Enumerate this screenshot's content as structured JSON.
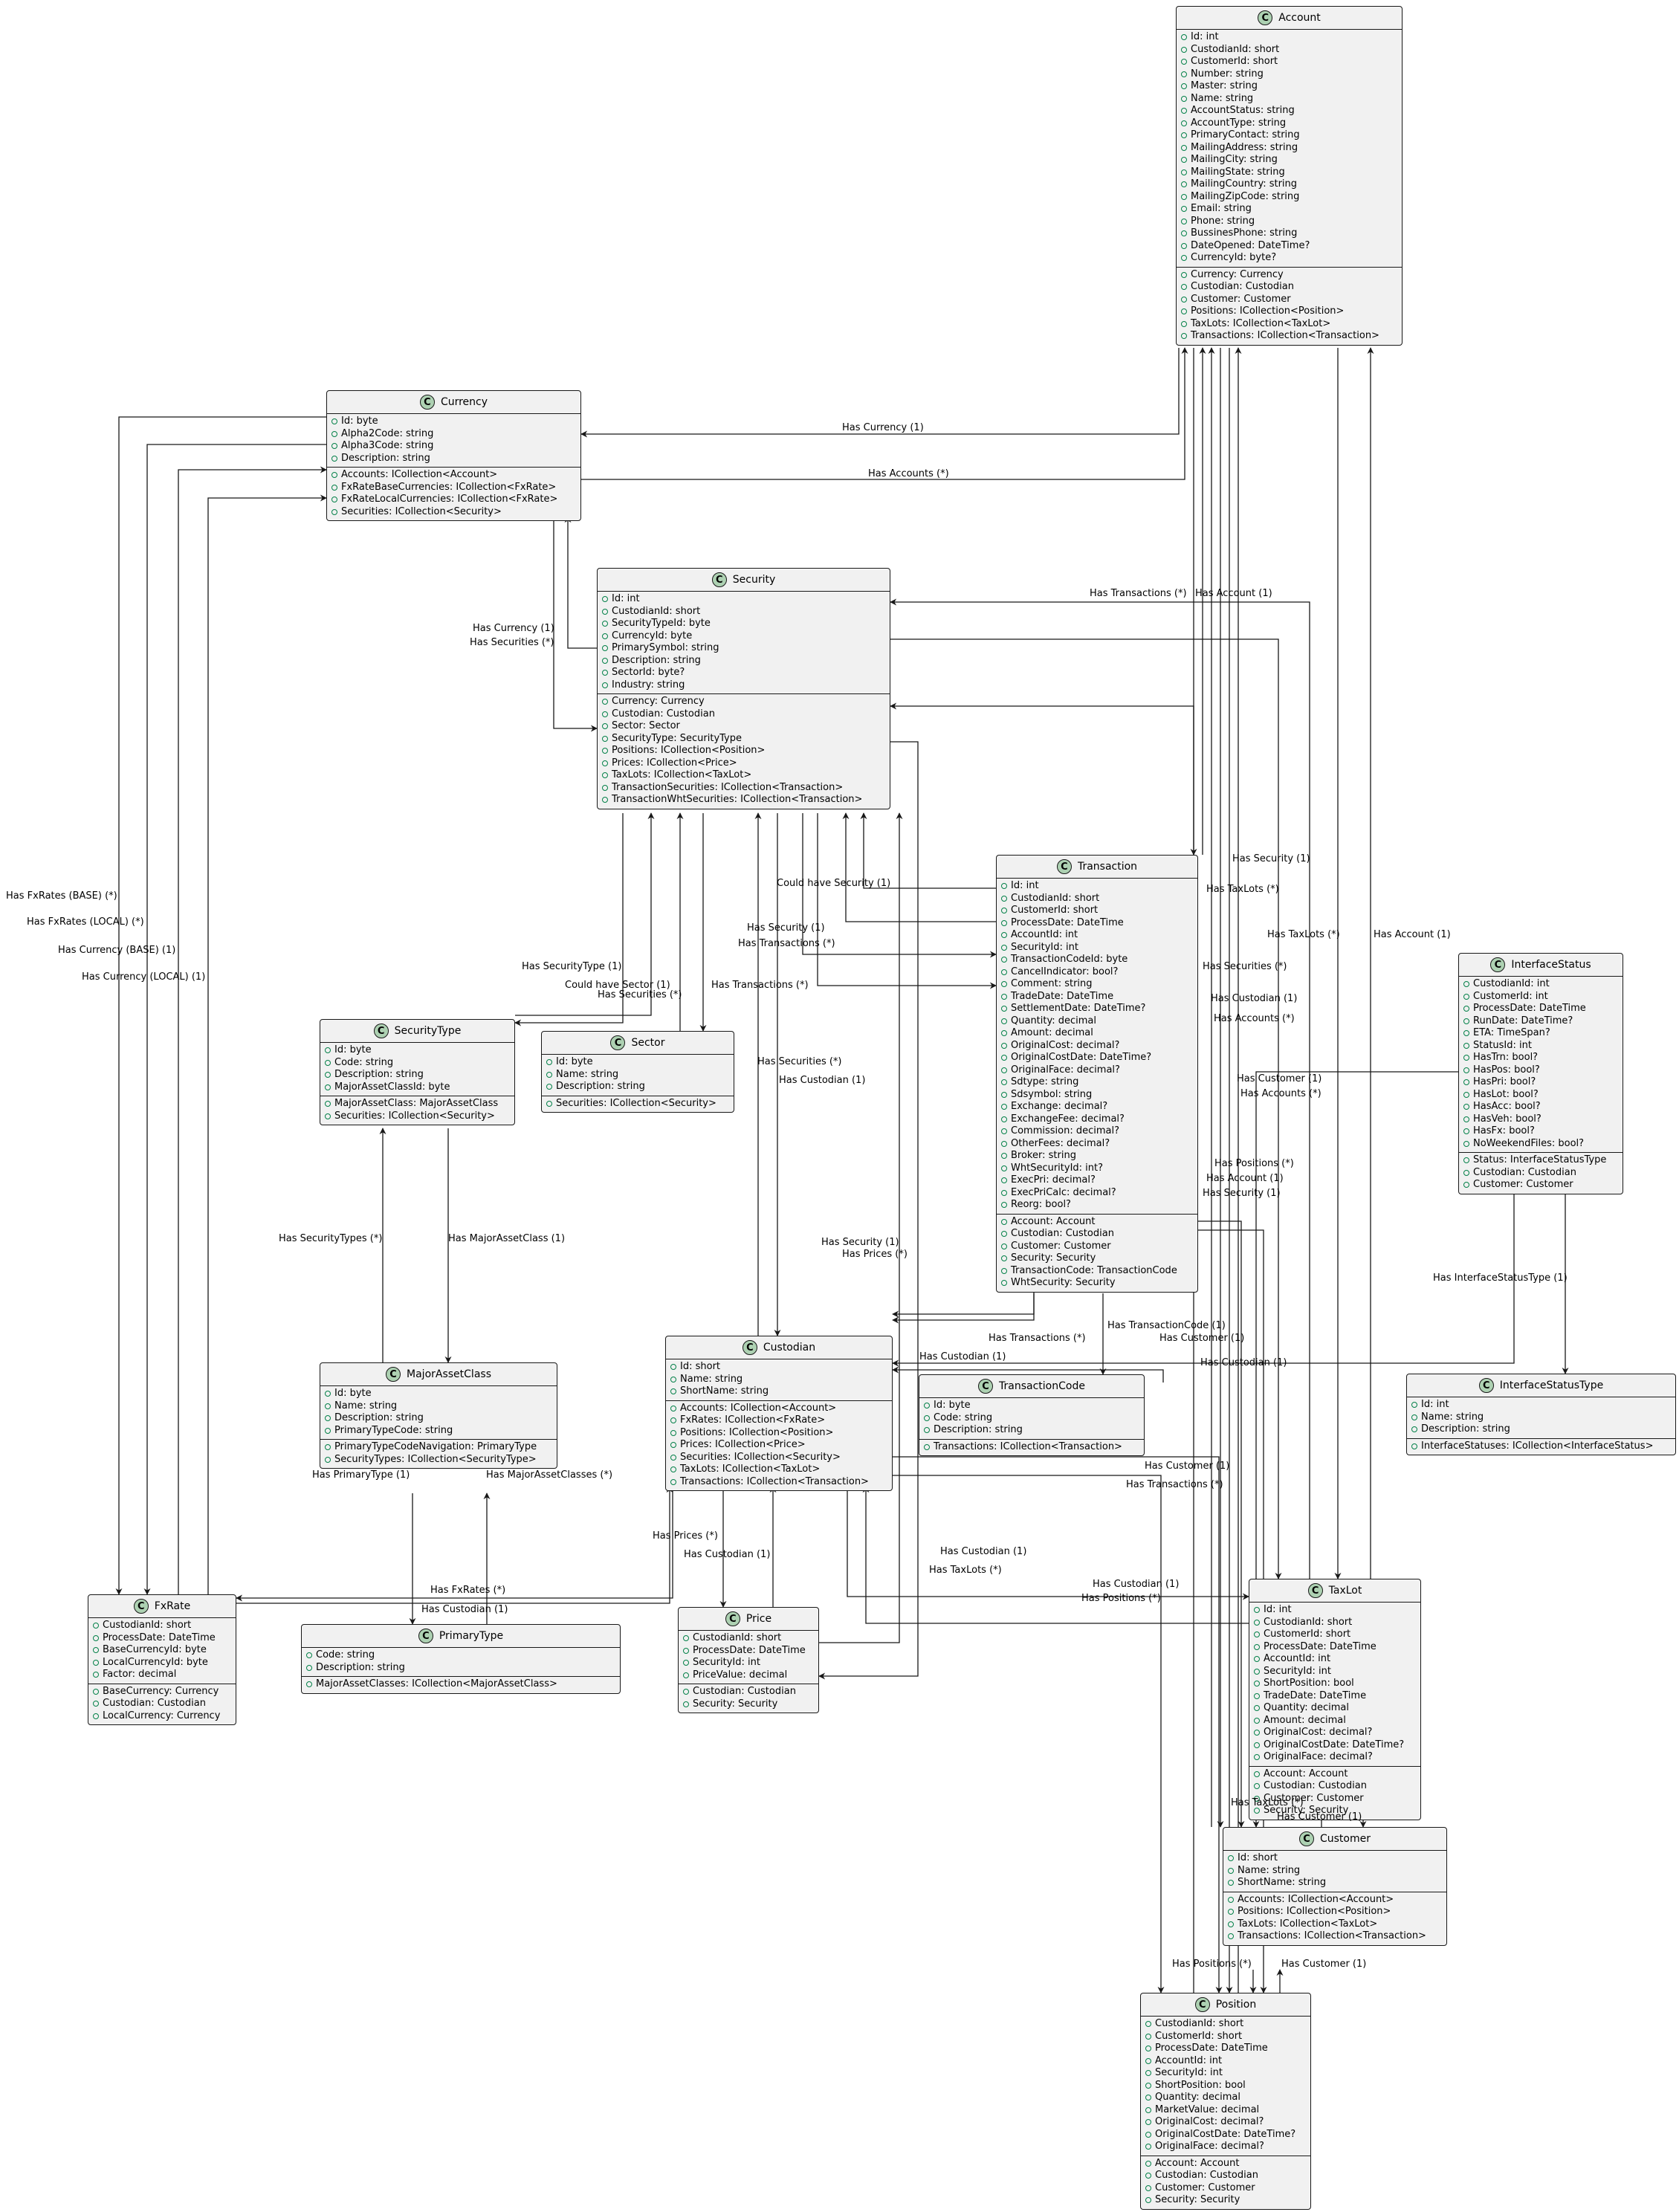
{
  "colors": {
    "class_fill": "#f1f1f1",
    "border": "#181818",
    "class_icon": "#add1b2",
    "visibility_marker": "#038048",
    "edge": "#181818"
  },
  "class_icon_glyph": "C",
  "classes": {
    "account": {
      "name": "Account",
      "fields": [
        "Id: int",
        "CustodianId: short",
        "CustomerId: short",
        "Number: string",
        "Master: string",
        "Name: string",
        "AccountStatus: string",
        "AccountType: string",
        "PrimaryContact: string",
        "MailingAddress: string",
        "MailingCity: string",
        "MailingState: string",
        "MailingCountry: string",
        "MailingZipCode: string",
        "Email: string",
        "Phone: string",
        "BussinesPhone: string",
        "DateOpened: DateTime?",
        "CurrencyId: byte?"
      ],
      "navigations": [
        "Currency: Currency",
        "Custodian: Custodian",
        "Customer: Customer",
        "Positions: ICollection<Position>",
        "TaxLots: ICollection<TaxLot>",
        "Transactions: ICollection<Transaction>"
      ]
    },
    "currency": {
      "name": "Currency",
      "fields": [
        "Id: byte",
        "Alpha2Code: string",
        "Alpha3Code: string",
        "Description: string"
      ],
      "navigations": [
        "Accounts: ICollection<Account>",
        "FxRateBaseCurrencies: ICollection<FxRate>",
        "FxRateLocalCurrencies: ICollection<FxRate>",
        "Securities: ICollection<Security>"
      ]
    },
    "security": {
      "name": "Security",
      "fields": [
        "Id: int",
        "CustodianId: short",
        "SecurityTypeId: byte",
        "CurrencyId: byte",
        "PrimarySymbol: string",
        "Description: string",
        "SectorId: byte?",
        "Industry: string"
      ],
      "navigations": [
        "Currency: Currency",
        "Custodian: Custodian",
        "Sector: Sector",
        "SecurityType: SecurityType",
        "Positions: ICollection<Position>",
        "Prices: ICollection<Price>",
        "TaxLots: ICollection<TaxLot>",
        "TransactionSecurities: ICollection<Transaction>",
        "TransactionWhtSecurities: ICollection<Transaction>"
      ]
    },
    "transaction": {
      "name": "Transaction",
      "fields": [
        "Id: int",
        "CustodianId: short",
        "CustomerId: short",
        "ProcessDate: DateTime",
        "AccountId: int",
        "SecurityId: int",
        "TransactionCodeId: byte",
        "CancelIndicator: bool?",
        "Comment: string",
        "TradeDate: DateTime",
        "SettlementDate: DateTime?",
        "Quantity: decimal",
        "Amount: decimal",
        "OriginalCost: decimal?",
        "OriginalCostDate: DateTime?",
        "OriginalFace: decimal?",
        "Sdtype: string",
        "Sdsymbol: string",
        "Exchange: decimal?",
        "ExchangeFee: decimal?",
        "Commission: decimal?",
        "OtherFees: decimal?",
        "Broker: string",
        "WhtSecurityId: int?",
        "ExecPri: decimal?",
        "ExecPriCalc: decimal?",
        "Reorg: bool?"
      ],
      "navigations": [
        "Account: Account",
        "Custodian: Custodian",
        "Customer: Customer",
        "Security: Security",
        "TransactionCode: TransactionCode",
        "WhtSecurity: Security"
      ]
    },
    "interface_status": {
      "name": "InterfaceStatus",
      "fields": [
        "CustodianId: int",
        "CustomerId: int",
        "ProcessDate: DateTime",
        "RunDate: DateTime?",
        "ETA: TimeSpan?",
        "StatusId: int",
        "HasTrn: bool?",
        "HasPos: bool?",
        "HasPri: bool?",
        "HasLot: bool?",
        "HasAcc: bool?",
        "HasVeh: bool?",
        "HasFx: bool?",
        "NoWeekendFiles: bool?"
      ],
      "navigations": [
        "Status: InterfaceStatusType",
        "Custodian: Custodian",
        "Customer: Customer"
      ]
    },
    "security_type": {
      "name": "SecurityType",
      "fields": [
        "Id: byte",
        "Code: string",
        "Description: string",
        "MajorAssetClassId: byte"
      ],
      "navigations": [
        "MajorAssetClass: MajorAssetClass",
        "Securities: ICollection<Security>"
      ]
    },
    "sector": {
      "name": "Sector",
      "fields": [
        "Id: byte",
        "Name: string",
        "Description: string"
      ],
      "navigations": [
        "Securities: ICollection<Security>"
      ]
    },
    "custodian": {
      "name": "Custodian",
      "fields": [
        "Id: short",
        "Name: string",
        "ShortName: string"
      ],
      "navigations": [
        "Accounts: ICollection<Account>",
        "FxRates: ICollection<FxRate>",
        "Positions: ICollection<Position>",
        "Prices: ICollection<Price>",
        "Securities: ICollection<Security>",
        "TaxLots: ICollection<TaxLot>",
        "Transactions: ICollection<Transaction>"
      ]
    },
    "transaction_code": {
      "name": "TransactionCode",
      "fields": [
        "Id: byte",
        "Code: string",
        "Description: string"
      ],
      "navigations": [
        "Transactions: ICollection<Transaction>"
      ]
    },
    "interface_status_type": {
      "name": "InterfaceStatusType",
      "fields": [
        "Id: int",
        "Name: string",
        "Description: string"
      ],
      "navigations": [
        "InterfaceStatuses: ICollection<InterfaceStatus>"
      ]
    },
    "major_asset_class": {
      "name": "MajorAssetClass",
      "fields": [
        "Id: byte",
        "Name: string",
        "Description: string",
        "PrimaryTypeCode: string"
      ],
      "navigations": [
        "PrimaryTypeCodeNavigation: PrimaryType",
        "SecurityTypes: ICollection<SecurityType>"
      ]
    },
    "tax_lot": {
      "name": "TaxLot",
      "fields": [
        "Id: int",
        "CustodianId: short",
        "CustomerId: short",
        "ProcessDate: DateTime",
        "AccountId: int",
        "SecurityId: int",
        "ShortPosition: bool",
        "TradeDate: DateTime",
        "Quantity: decimal",
        "Amount: decimal",
        "OriginalCost: decimal?",
        "OriginalCostDate: DateTime?",
        "OriginalFace: decimal?"
      ],
      "navigations": [
        "Account: Account",
        "Custodian: Custodian",
        "Customer: Customer",
        "Security: Security"
      ]
    },
    "fx_rate": {
      "name": "FxRate",
      "fields": [
        "CustodianId: short",
        "ProcessDate: DateTime",
        "BaseCurrencyId: byte",
        "LocalCurrencyId: byte",
        "Factor: decimal"
      ],
      "navigations": [
        "BaseCurrency: Currency",
        "Custodian: Custodian",
        "LocalCurrency: Currency"
      ]
    },
    "primary_type": {
      "name": "PrimaryType",
      "fields": [
        "Code: string",
        "Description: string"
      ],
      "navigations": [
        "MajorAssetClasses: ICollection<MajorAssetClass>"
      ]
    },
    "price": {
      "name": "Price",
      "fields": [
        "CustodianId: short",
        "ProcessDate: DateTime",
        "SecurityId: int",
        "PriceValue: decimal"
      ],
      "navigations": [
        "Custodian: Custodian",
        "Security: Security"
      ]
    },
    "customer": {
      "name": "Customer",
      "fields": [
        "Id: short",
        "Name: string",
        "ShortName: string"
      ],
      "navigations": [
        "Accounts: ICollection<Account>",
        "Positions: ICollection<Position>",
        "TaxLots: ICollection<TaxLot>",
        "Transactions: ICollection<Transaction>"
      ]
    },
    "position": {
      "name": "Position",
      "fields": [
        "CustodianId: short",
        "CustomerId: short",
        "ProcessDate: DateTime",
        "AccountId: int",
        "SecurityId: int",
        "ShortPosition: bool",
        "Quantity: decimal",
        "MarketValue: decimal",
        "OriginalCost: decimal?",
        "OriginalCostDate: DateTime?",
        "OriginalFace: decimal?"
      ],
      "navigations": [
        "Account: Account",
        "Custodian: Custodian",
        "Customer: Customer",
        "Security: Security"
      ]
    }
  },
  "relationships": [
    "Has Currency (1)",
    "Has Accounts (*)",
    "Has Transactions (*)",
    "Has Account (1)",
    "Has Currency (1)",
    "Has Securities (*)",
    "Has FxRates (BASE) (*)",
    "Has FxRates (LOCAL) (*)",
    "Has Currency (BASE) (1)",
    "Has Currency (LOCAL) (1)",
    "Has Security (1)",
    "Has TaxLots (*)",
    "Could have Security (1)",
    "Has Security (1)",
    "Has Transactions (*)",
    "Has TaxLots (*)",
    "Has Account (1)",
    "Has Securities (*)",
    "Has SecurityType (1)",
    "Has Securities (*)",
    "Could have Sector (1)",
    "Has Transactions (*)",
    "Has Custodian (1)",
    "Has Accounts (*)",
    "Has Securities (*)",
    "Has Custodian (1)",
    "Has Customer (1)",
    "Has Accounts (*)",
    "Has Positions (*)",
    "Has Account (1)",
    "Has Security (1)",
    "Has SecurityTypes (*)",
    "Has MajorAssetClass (1)",
    "Has Security (1)",
    "Has Prices (*)",
    "Has InterfaceStatusType (1)",
    "Has TransactionCode (1)",
    "Has Transactions (*)",
    "Has Customer (1)",
    "Has Custodian (1)",
    "Has Custodian (1)",
    "Has PrimaryType (1)",
    "Has MajorAssetClasses (*)",
    "Has Customer (1)",
    "Has Transactions (*)",
    "Has Prices (*)",
    "Has Custodian (1)",
    "Has Custodian (1)",
    "Has TaxLots (*)",
    "Has Custodian (1)",
    "Has Positions (*)",
    "Has FxRates (*)",
    "Has Custodian (1)",
    "Has TaxLots (*)",
    "Has Customer (1)",
    "Has Positions (*)",
    "Has Customer (1)"
  ]
}
